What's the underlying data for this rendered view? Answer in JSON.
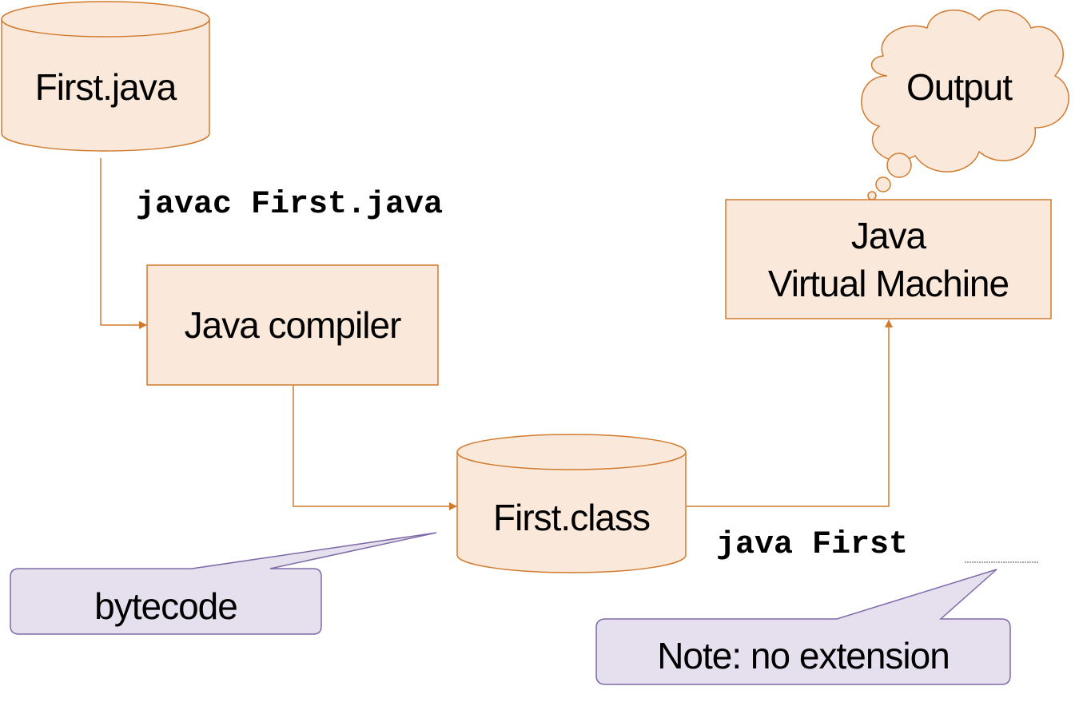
{
  "colors": {
    "node_fill": "#fae9db",
    "node_stroke": "#d17a2e",
    "callout_fill": "#e6dfee",
    "callout_stroke": "#7f6aa8",
    "text": "#000000"
  },
  "nodes": {
    "source_file": {
      "label": "First.java",
      "shape": "cylinder"
    },
    "compiler": {
      "label": "Java compiler",
      "shape": "rectangle"
    },
    "class_file": {
      "label": "First.class",
      "shape": "cylinder"
    },
    "jvm": {
      "label_line1": "Java",
      "label_line2": "Virtual Machine",
      "shape": "rectangle"
    },
    "output": {
      "label": "Output",
      "shape": "thought-cloud"
    }
  },
  "commands": {
    "compile": "javac First.java",
    "run": "java First"
  },
  "callouts": {
    "bytecode": "bytecode",
    "note": "Note: no extension"
  },
  "edges": [
    {
      "from": "source_file",
      "to": "compiler",
      "label": "javac First.java"
    },
    {
      "from": "compiler",
      "to": "class_file"
    },
    {
      "from": "class_file",
      "to": "jvm",
      "label": "java First"
    },
    {
      "from": "jvm",
      "to": "output"
    }
  ]
}
